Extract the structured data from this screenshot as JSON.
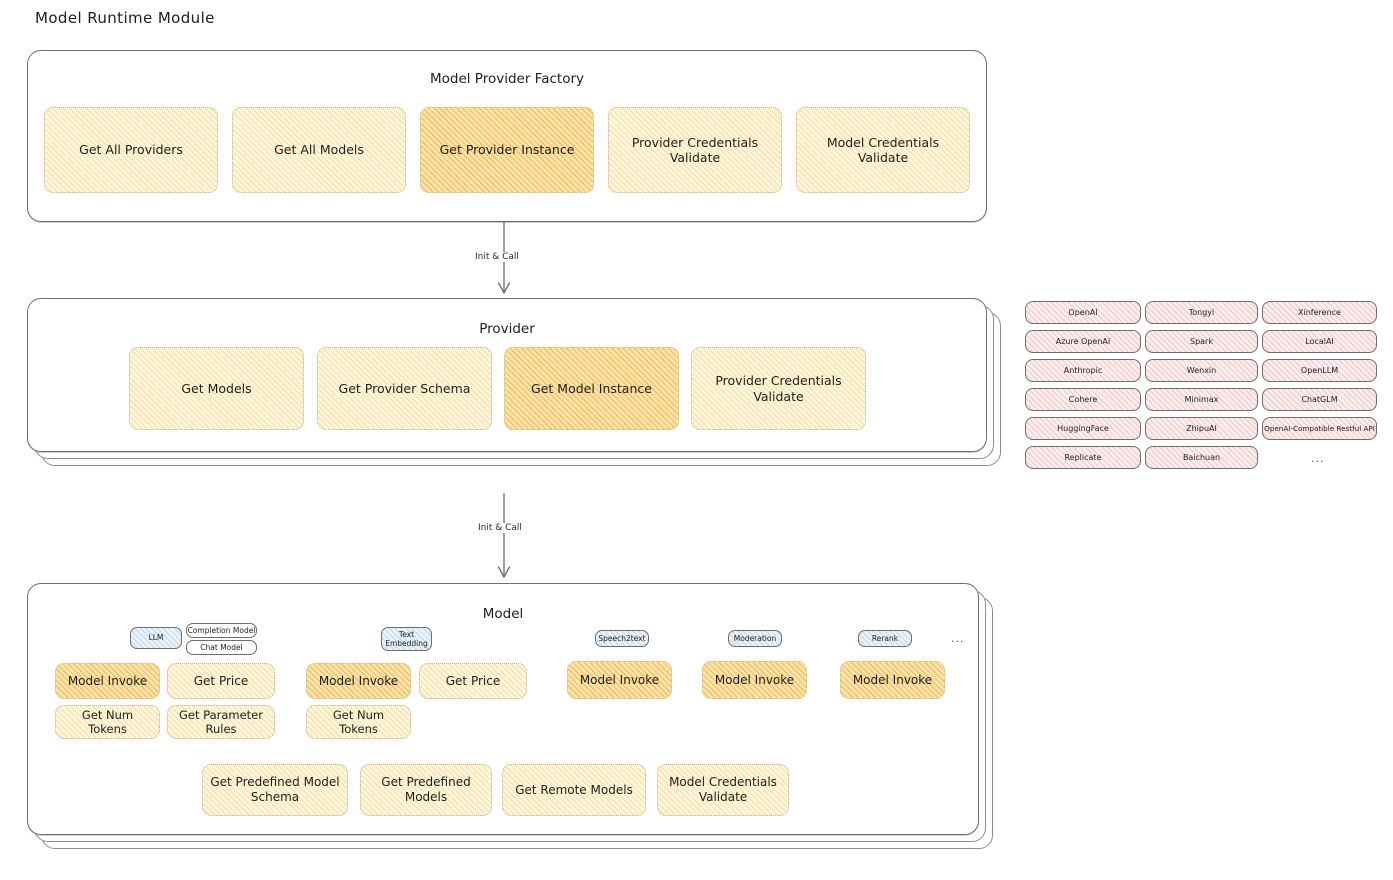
{
  "page": {
    "title": "Model Runtime Module"
  },
  "factory": {
    "title": "Model Provider Factory",
    "ops": [
      {
        "label": "Get All Providers",
        "highlight": false
      },
      {
        "label": "Get All Models",
        "highlight": false
      },
      {
        "label": "Get Provider Instance",
        "highlight": true
      },
      {
        "label": "Provider Credentials Validate",
        "highlight": false
      },
      {
        "label": "Model Credentials Validate",
        "highlight": false
      }
    ]
  },
  "arrows": [
    {
      "label": "Init & Call"
    },
    {
      "label": "Init & Call"
    }
  ],
  "provider": {
    "title": "Provider",
    "ops": [
      {
        "label": "Get Models",
        "highlight": false
      },
      {
        "label": "Get Provider Schema",
        "highlight": false
      },
      {
        "label": "Get Model Instance",
        "highlight": true
      },
      {
        "label": "Provider Credentials Validate",
        "highlight": false
      }
    ]
  },
  "provider_list": {
    "columns": [
      [
        "OpenAI",
        "Azure OpenAI",
        "Anthropic",
        "Cohere",
        "HuggingFace",
        "Replicate"
      ],
      [
        "Tongyi",
        "Spark",
        "Wenxin",
        "Minimax",
        "ZhipuAI",
        "Baichuan"
      ],
      [
        "Xinference",
        "LocalAI",
        "OpenLLM",
        "ChatGLM",
        "OpenAI-Compatible Restful API"
      ]
    ],
    "more": "..."
  },
  "model": {
    "title": "Model",
    "more": "...",
    "types": [
      {
        "name": "LLM",
        "subtypes": [
          "Completion Model",
          "Chat Model"
        ],
        "ops": [
          {
            "label": "Model Invoke",
            "highlight": true
          },
          {
            "label": "Get Price",
            "highlight": false
          },
          {
            "label": "Get Num Tokens",
            "highlight": false
          },
          {
            "label": "Get Parameter Rules",
            "highlight": false
          }
        ]
      },
      {
        "name": "Text Embedding",
        "subtypes": [],
        "ops": [
          {
            "label": "Model Invoke",
            "highlight": true
          },
          {
            "label": "Get Price",
            "highlight": false
          },
          {
            "label": "Get Num Tokens",
            "highlight": false
          }
        ]
      },
      {
        "name": "Speech2text",
        "subtypes": [],
        "ops": [
          {
            "label": "Model Invoke",
            "highlight": true
          }
        ]
      },
      {
        "name": "Moderation",
        "subtypes": [],
        "ops": [
          {
            "label": "Model Invoke",
            "highlight": true
          }
        ]
      },
      {
        "name": "Rerank",
        "subtypes": [],
        "ops": [
          {
            "label": "Model Invoke",
            "highlight": true
          }
        ]
      }
    ],
    "common_ops": [
      {
        "label": "Get Predefined Model Schema"
      },
      {
        "label": "Get Predefined Models"
      },
      {
        "label": "Get Remote Models"
      },
      {
        "label": "Model Credentials Validate"
      }
    ]
  }
}
